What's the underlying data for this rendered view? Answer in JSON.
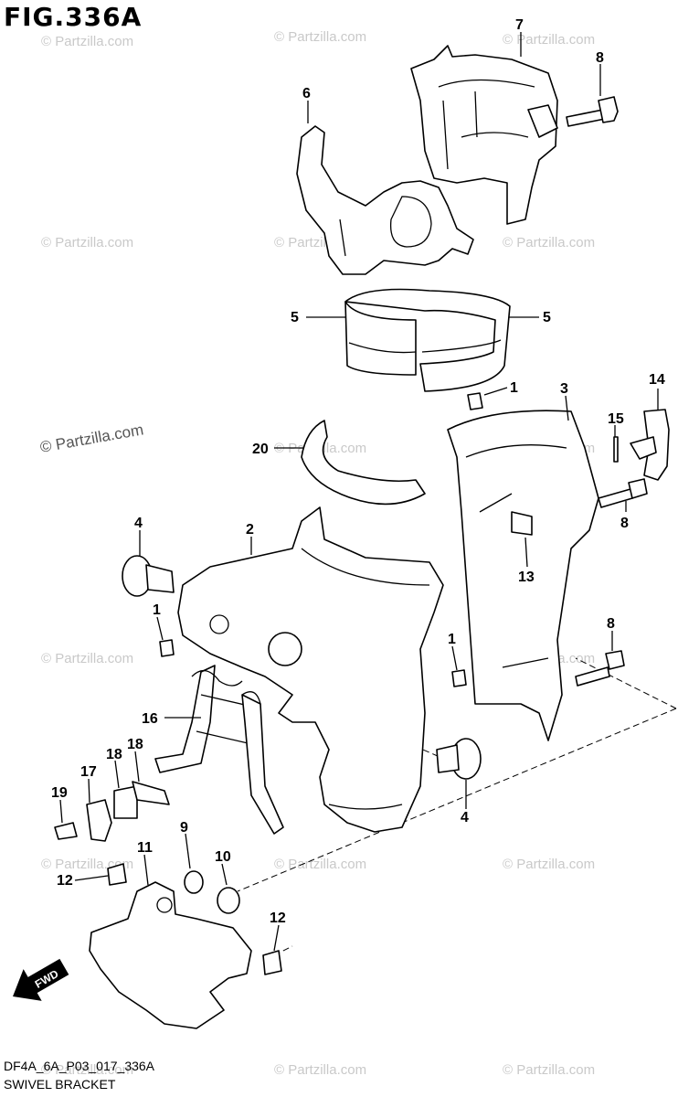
{
  "figure": {
    "title": "FIG.336A",
    "code": "DF4A_6A_P03_017_336A",
    "name": "SWIVEL BRACKET",
    "fwd_label": "FWD",
    "watermark": "© Partzilla.com"
  },
  "callouts": [
    {
      "id": "c7a",
      "label": "7"
    },
    {
      "id": "c8a",
      "label": "8"
    },
    {
      "id": "c6",
      "label": "6"
    },
    {
      "id": "c5a",
      "label": "5"
    },
    {
      "id": "c5b",
      "label": "5"
    },
    {
      "id": "c1a",
      "label": "1"
    },
    {
      "id": "c3",
      "label": "3"
    },
    {
      "id": "c14",
      "label": "14"
    },
    {
      "id": "c15",
      "label": "15"
    },
    {
      "id": "c20",
      "label": "20"
    },
    {
      "id": "c8b",
      "label": "8"
    },
    {
      "id": "c4a",
      "label": "4"
    },
    {
      "id": "c2",
      "label": "2"
    },
    {
      "id": "c13",
      "label": "13"
    },
    {
      "id": "c1b",
      "label": "1"
    },
    {
      "id": "c8c",
      "label": "8"
    },
    {
      "id": "c1c",
      "label": "1"
    },
    {
      "id": "c16",
      "label": "16"
    },
    {
      "id": "c4b",
      "label": "4"
    },
    {
      "id": "c17",
      "label": "17"
    },
    {
      "id": "c18a",
      "label": "18"
    },
    {
      "id": "c18b",
      "label": "18"
    },
    {
      "id": "c19",
      "label": "19"
    },
    {
      "id": "c9",
      "label": "9"
    },
    {
      "id": "c11",
      "label": "11"
    },
    {
      "id": "c10",
      "label": "10"
    },
    {
      "id": "c12a",
      "label": "12"
    },
    {
      "id": "c12b",
      "label": "12"
    }
  ]
}
